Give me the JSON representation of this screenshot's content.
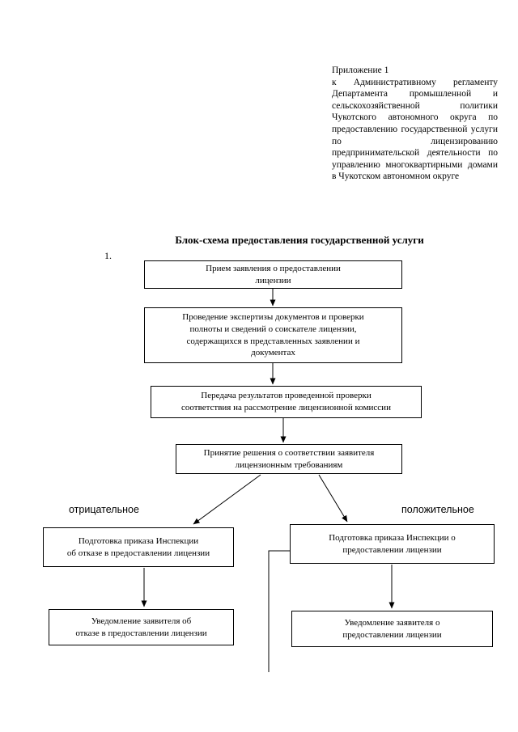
{
  "appendix": {
    "line1": "Приложение 1",
    "body": "к Административному регламенту Департамента промышленной и сельскохозяйственной политики Чукотского автономного округа по предоставлению государственной услуги по лицензированию предпринимательской деятельности по управлению многоквартирными домами в Чукотском автономном округе"
  },
  "title": "Блок-схема предоставления государственной услуги",
  "section_number": "1.",
  "flowchart": {
    "boxes": [
      {
        "id": "reception",
        "text": "Прием заявления о предоставлении\nлицензии"
      },
      {
        "id": "expertise",
        "text": "Проведение экспертизы документов и проверки\nполноты и сведений о соискателе лицензии,\nсодержащихся в представленных заявлении и\nдокументах"
      },
      {
        "id": "transfer",
        "text": "Передача результатов проведенной проверки\nсоответствия на рассмотрение лицензионной комиссии"
      },
      {
        "id": "decision",
        "text": "Принятие решения о соответствии заявителя\nлицензионным требованиям"
      },
      {
        "id": "order-refusal",
        "text": "Подготовка приказа Инспекции\nоб отказе в предоставлении лицензии"
      },
      {
        "id": "order-grant",
        "text": "Подготовка приказа Инспекции о\nпредоставлении лицензии"
      },
      {
        "id": "notice-refusal",
        "text": "Уведомление заявителя об\nотказе в предоставлении лицензии"
      },
      {
        "id": "notice-grant",
        "text": "Уведомление заявителя о\nпредоставлении лицензии"
      }
    ],
    "branch_labels": {
      "negative": "отрицательное",
      "positive": "положительное"
    }
  }
}
